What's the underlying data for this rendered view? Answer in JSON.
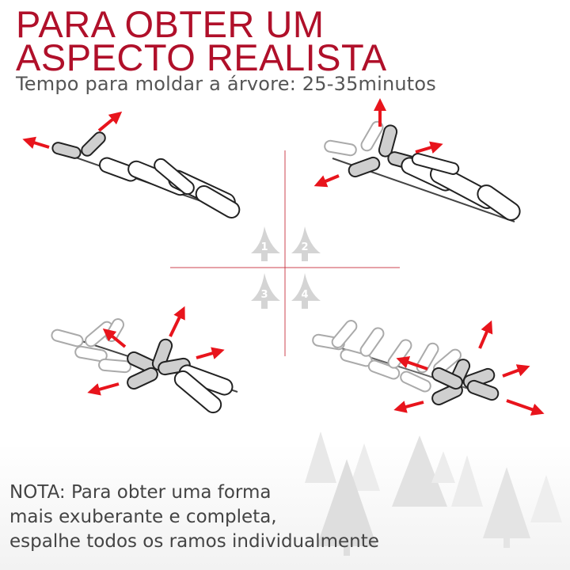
{
  "header": {
    "title_line1": "PARA OBTER UM",
    "title_line2": "ASPECTO REALISTA",
    "subtitle": "Tempo para moldar a árvore: 25-35minutos"
  },
  "steps": [
    {
      "number": "1"
    },
    {
      "number": "2"
    },
    {
      "number": "3"
    },
    {
      "number": "4"
    }
  ],
  "note": {
    "line1": "NOTA: Para obter uma forma",
    "line2": "mais exuberante e completa,",
    "line3": "espalhe todos os ramos individualmente"
  },
  "colors": {
    "accent": "#b0102a",
    "arrow": "#e8141c",
    "step_tree": "#d4d4d4",
    "snow_trees": "#e6e6e6"
  }
}
